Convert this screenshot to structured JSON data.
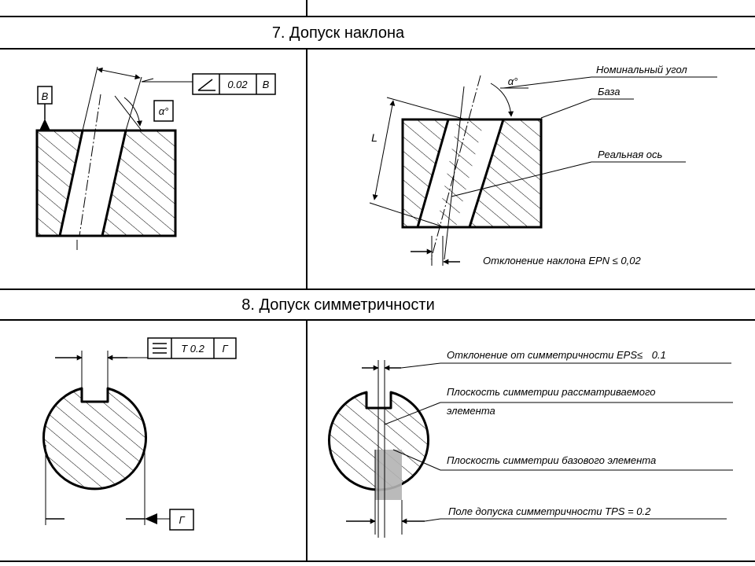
{
  "section7": {
    "title": "7. Допуск наклона",
    "left": {
      "datum_letter": "В",
      "frame_value": "0.02",
      "frame_datum": "В",
      "angle_label": "α°"
    },
    "right": {
      "angle_label": "α°",
      "length_label": "L",
      "nominal_angle": "Номинальный угол",
      "base": "База",
      "real_axis": "Реальная ось",
      "deviation": "Отклонение наклона EPN ≤  0,02"
    }
  },
  "section8": {
    "title": "8. Допуск симметричности",
    "left": {
      "frame_value": "Т 0.2",
      "frame_datum": "Г",
      "datum_letter": "Г"
    },
    "right": {
      "deviation_prefix": "Отклонение от симметричности EPS≤",
      "deviation_value": "0.1",
      "plane_feature_line1": "Плоскость симметрии рассматриваемого",
      "plane_feature_line2": "элемента",
      "plane_base": "Плоскость симметрии базового элемента",
      "tolerance_zone": "Поле допуска симметричности TPS = 0.2"
    }
  },
  "colors": {
    "ink": "#000000",
    "zone": "#b3b3b3",
    "background": "#ffffff"
  }
}
